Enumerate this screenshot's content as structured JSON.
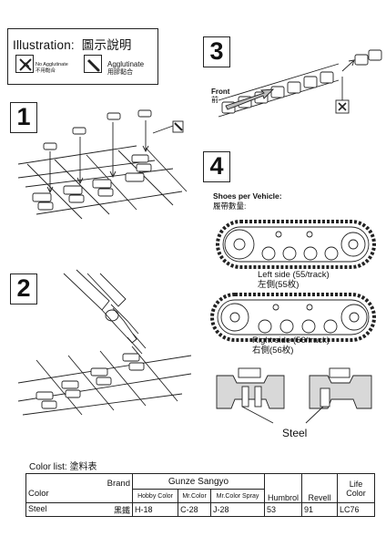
{
  "illustration": {
    "title_en": "Illustration:",
    "title_zh": "圖示說明",
    "no_agglutinate_en": "No Agglutinate",
    "no_agglutinate_zh": "不用黏合",
    "agglutinate_en": "Agglutinate",
    "agglutinate_zh": "用膠黏合"
  },
  "steps": [
    "1",
    "2",
    "3",
    "4"
  ],
  "step3": {
    "front_en": "Front",
    "front_zh": "前"
  },
  "step4": {
    "shoes_title_en": "Shoes per Vehicle:",
    "shoes_title_zh": "履帶數量:",
    "left_en": "Left side (55/track)",
    "left_zh": "左側(55枚)",
    "right_en": "Right side (56/track)",
    "right_zh": "右側(56枚)",
    "steel_label": "Steel"
  },
  "color_list": {
    "title_en": "Color list:",
    "title_zh": "塗料表",
    "brand_label": "Brand",
    "color_label": "Color",
    "gunze": "Gunze Sangyo",
    "hobby_color": "Hobby Color",
    "mr_color": "Mr.Color",
    "mr_color_spray": "Mr.Color Spray",
    "humbrol": "Humbrol",
    "revell": "Revell",
    "life_color": "Life Color",
    "row": {
      "name_en": "Steel",
      "name_zh": "黑鐵",
      "hobby": "H-18",
      "mr": "C-28",
      "spray": "J-28",
      "humbrol": "53",
      "revell": "91",
      "life": "LC76"
    }
  },
  "colors": {
    "ink": "#222222",
    "steel_fill": "#d8d8d8"
  }
}
